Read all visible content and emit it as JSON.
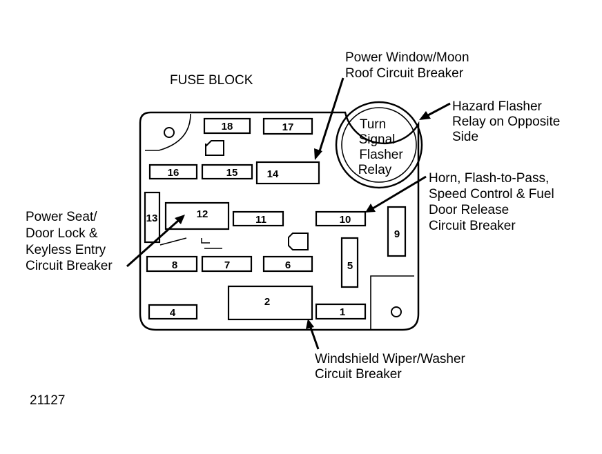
{
  "title": "FUSE BLOCK",
  "figure_id": "21127",
  "relay_label": [
    "Turn",
    "Signal",
    "Flasher",
    "Relay"
  ],
  "fuses": {
    "f1": "1",
    "f2": "2",
    "f4": "4",
    "f5": "5",
    "f6": "6",
    "f7": "7",
    "f8": "8",
    "f9": "9",
    "f10": "10",
    "f11": "11",
    "f12": "12",
    "f13": "13",
    "f14": "14",
    "f15": "15",
    "f16": "16",
    "f17": "17",
    "f18": "18"
  },
  "callouts": {
    "power_window": [
      "Power Window/Moon",
      "Roof Circuit Breaker"
    ],
    "hazard": [
      "Hazard Flasher",
      "Relay on Opposite",
      "Side"
    ],
    "horn": [
      "Horn, Flash-to-Pass,",
      "Speed Control & Fuel",
      "Door Release",
      "Circuit Breaker"
    ],
    "power_seat": [
      "Power Seat/",
      "Door Lock &",
      "Keyless Entry",
      "Circuit Breaker"
    ],
    "wiper": [
      "Windshield Wiper/Washer",
      "Circuit Breaker"
    ]
  }
}
